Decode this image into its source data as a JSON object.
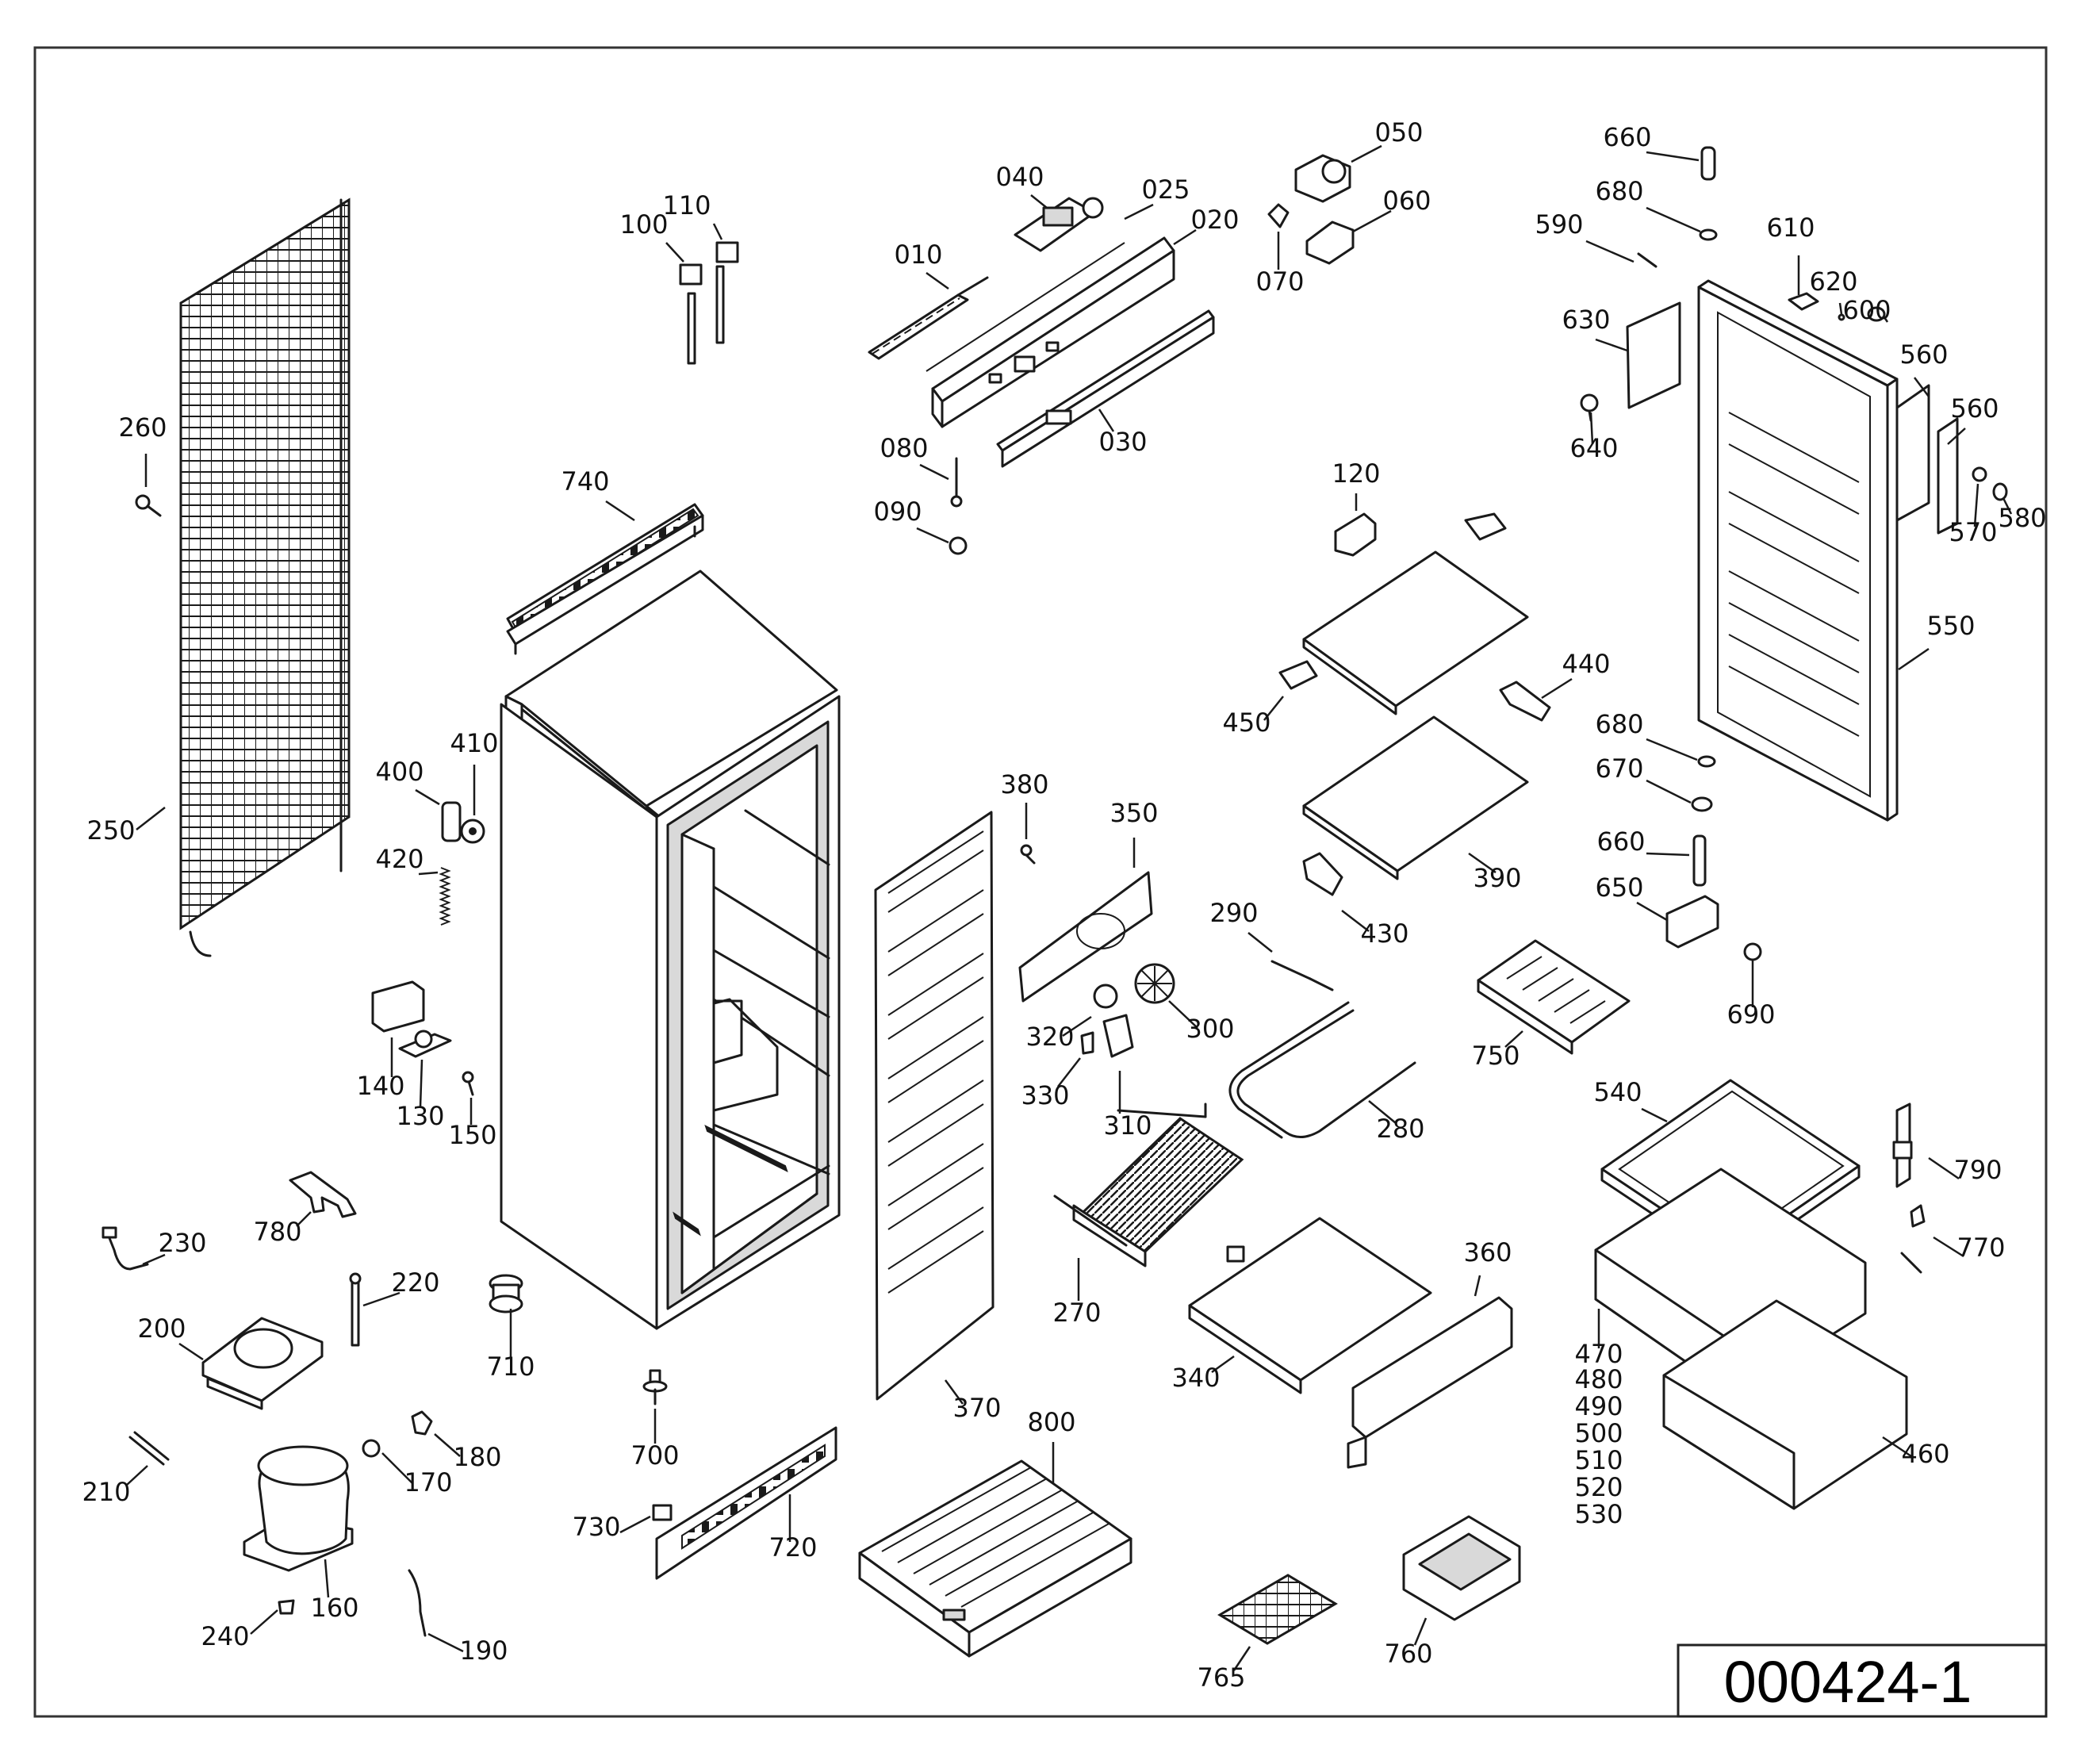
{
  "document_id": "000424-1",
  "callouts": [
    {
      "id": "010"
    },
    {
      "id": "020"
    },
    {
      "id": "025"
    },
    {
      "id": "030"
    },
    {
      "id": "040"
    },
    {
      "id": "050"
    },
    {
      "id": "060"
    },
    {
      "id": "070"
    },
    {
      "id": "080"
    },
    {
      "id": "090"
    },
    {
      "id": "100"
    },
    {
      "id": "110"
    },
    {
      "id": "120"
    },
    {
      "id": "130"
    },
    {
      "id": "140"
    },
    {
      "id": "150"
    },
    {
      "id": "160"
    },
    {
      "id": "170"
    },
    {
      "id": "180"
    },
    {
      "id": "190"
    },
    {
      "id": "200"
    },
    {
      "id": "210"
    },
    {
      "id": "220"
    },
    {
      "id": "230"
    },
    {
      "id": "240"
    },
    {
      "id": "250"
    },
    {
      "id": "260"
    },
    {
      "id": "270"
    },
    {
      "id": "280"
    },
    {
      "id": "290"
    },
    {
      "id": "300"
    },
    {
      "id": "310"
    },
    {
      "id": "320"
    },
    {
      "id": "330"
    },
    {
      "id": "340"
    },
    {
      "id": "350"
    },
    {
      "id": "360"
    },
    {
      "id": "370"
    },
    {
      "id": "380"
    },
    {
      "id": "390"
    },
    {
      "id": "400"
    },
    {
      "id": "410"
    },
    {
      "id": "420"
    },
    {
      "id": "430"
    },
    {
      "id": "440"
    },
    {
      "id": "450"
    },
    {
      "id": "460"
    },
    {
      "id": "470"
    },
    {
      "id": "480"
    },
    {
      "id": "490"
    },
    {
      "id": "500"
    },
    {
      "id": "510"
    },
    {
      "id": "520"
    },
    {
      "id": "530"
    },
    {
      "id": "540"
    },
    {
      "id": "550"
    },
    {
      "id": "560"
    },
    {
      "id": "560"
    },
    {
      "id": "570"
    },
    {
      "id": "580"
    },
    {
      "id": "590"
    },
    {
      "id": "600"
    },
    {
      "id": "610"
    },
    {
      "id": "620"
    },
    {
      "id": "630"
    },
    {
      "id": "640"
    },
    {
      "id": "650"
    },
    {
      "id": "660"
    },
    {
      "id": "660"
    },
    {
      "id": "670"
    },
    {
      "id": "680"
    },
    {
      "id": "680"
    },
    {
      "id": "690"
    },
    {
      "id": "700"
    },
    {
      "id": "710"
    },
    {
      "id": "720"
    },
    {
      "id": "730"
    },
    {
      "id": "740"
    },
    {
      "id": "750"
    },
    {
      "id": "760"
    },
    {
      "id": "765"
    },
    {
      "id": "770"
    },
    {
      "id": "780"
    },
    {
      "id": "790"
    },
    {
      "id": "800"
    }
  ]
}
